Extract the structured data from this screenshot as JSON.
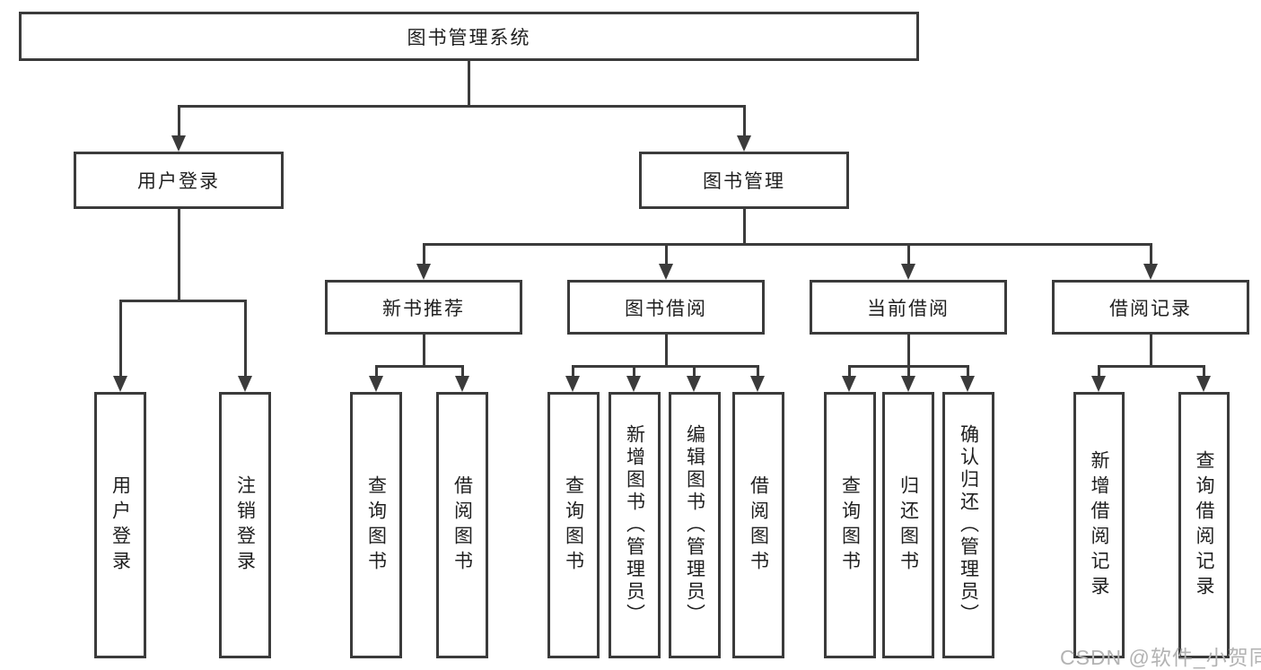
{
  "diagram": {
    "title": "图书管理系统",
    "colors": {
      "line": "#3b3b3b",
      "text": "#1f1f1f",
      "watermark": "#b3b3b3",
      "background": "#ffffff"
    },
    "nodes": {
      "root": "图书管理系统",
      "user_login": "用户登录",
      "book_management": "图书管理",
      "new_book_recommend": "新书推荐",
      "book_borrowing": "图书借阅",
      "current_borrowing": "当前借阅",
      "borrowing_records": "借阅记录",
      "leaves": [
        "用户登录",
        "注销登录",
        "查询图书",
        "借阅图书",
        "查询图书",
        "新增图书（管理员）",
        "编辑图书（管理员）",
        "借阅图书",
        "查询图书",
        "归还图书",
        "确认归还（管理员）",
        "新增借阅记录",
        "查询借阅记录"
      ]
    },
    "tree": {
      "图书管理系统": {
        "用户登录": [
          "用户登录",
          "注销登录"
        ],
        "图书管理": {
          "新书推荐": [
            "查询图书",
            "借阅图书"
          ],
          "图书借阅": [
            "查询图书",
            "新增图书（管理员）",
            "编辑图书（管理员）",
            "借阅图书"
          ],
          "当前借阅": [
            "查询图书",
            "归还图书",
            "确认归还（管理员）"
          ],
          "借阅记录": [
            "新增借阅记录",
            "查询借阅记录"
          ]
        }
      }
    },
    "watermark": "CSDN @软件_小贺同学"
  }
}
